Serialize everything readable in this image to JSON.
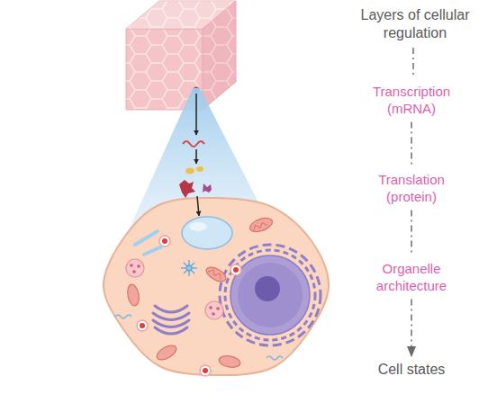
{
  "diagram": {
    "nodes": [
      {
        "text": [
          "Layers of cellular regulation"
        ]
      },
      {
        "text": [
          "Transcription (mRNA)"
        ]
      },
      {
        "text": [
          "Translation (protein)"
        ]
      },
      {
        "text": [
          "Organelle architecture"
        ]
      },
      {
        "text": [
          "Cell states"
        ]
      }
    ],
    "edges": [
      {
        "from": 0,
        "to": 1,
        "arrow": "none"
      },
      {
        "from": 1,
        "to": 2,
        "arrow": "none"
      },
      {
        "from": 2,
        "to": 3,
        "arrow": "none"
      },
      {
        "from": 3,
        "to": 4,
        "arrow": "to"
      }
    ]
  }
}
